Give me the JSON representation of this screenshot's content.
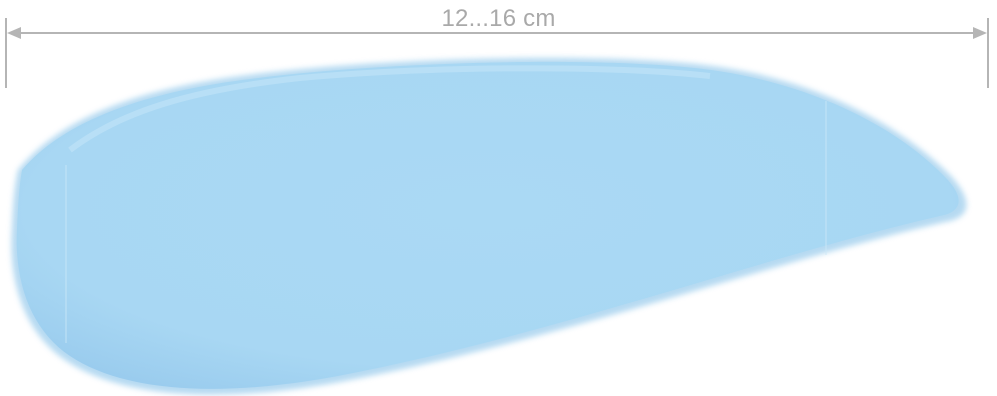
{
  "dimension": {
    "label": "12...16 cm"
  },
  "colors": {
    "shape_fill": "#a9d8f4",
    "shape_edge": "#8fc6ea",
    "shape_highlight": "#bfe4f8",
    "dimension_line": "#b5b5b5",
    "dimension_text": "#a9a9a9"
  },
  "icons": {
    "shape": "insole-shape",
    "left_arrow": "arrowhead-left",
    "right_arrow": "arrowhead-right"
  }
}
